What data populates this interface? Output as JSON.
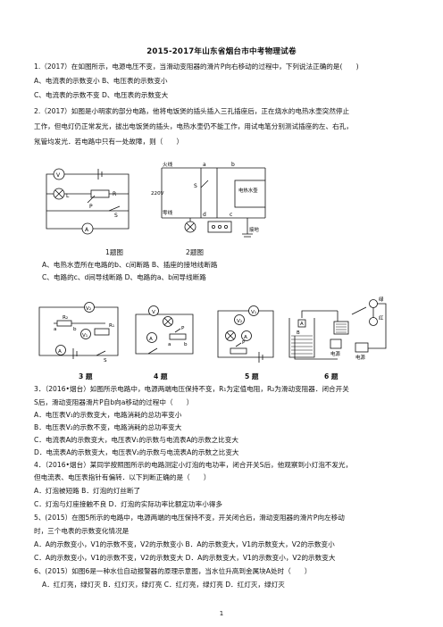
{
  "title": "2015-2017年山东省烟台市中考物理试卷",
  "lines": [
    "1.（2017）在如图所示，电源电压不变，当滑动变阻器的滑片P向右移动的过程中，下列说法正确的是(　　)",
    "A、电流表的示数变小  B、电压表的示数变小",
    "C、电流表的示数不变  D、电压表的示数变大",
    "2.（2017）如图是小明家的部分电路，他将电饭煲的插头插入三孔插座后，正在烧水的电热水壶突然停止",
    "工作，但电灯仍正常发光，拔出电饭煲的插头，电热水壶仍不能工作，用试电笔分别测试插座的左、右孔，",
    "氖管均发光．若电路中只有一处故障，则（　　）",
    "A、电热水壶所在电路的b、c间断路    B、插座的接地线断路",
    "C、电路的c、d间导线断路                D、电路的a、b间导线断路",
    "3．（2016•烟台）如图所示电路中，电源两端电压保持不变，R₁为定值电阻，R₂为滑动变阻器．闭合开关",
    "S后，滑动变阻器滑片P自b向a移动的过程中（　　）",
    "A．电压表V₁的示数变大，电路消耗的总功率变小",
    "B．电压表V₂的示数不变，电路消耗的总功率变大",
    "C．电流表A的示数变大，电压表V₁的示数与电流表A的示数之比变大",
    "D．电流表A的示数变大，电压表V₂的示数与电流表A的示数之比变大",
    "4．（2016•烟台）某同学按照图所示的电路测定小灯泡的电功率，闭合开关S后，他观察到小灯泡不发光，",
    "但电流表、电压表指针有偏转．以下判断正确的是（　　）",
    "A．灯泡被短路                        B．灯泡的灯丝断了",
    "C．灯泡与灯座接触不良          D．灯泡的实际功率比额定功率小得多",
    "5、(2015）在图5所示的电路中，电源两端的电压保持不变，开关闭合后，滑动变阻器的滑片P向左移动",
    "时，三个电表的示数变化情况是",
    "A．A的示数变小，V1的示数不变，V2的示数变小   B．A的示数变大，V1的示数变大，V2的示数变小",
    "C．A的示数变小，V1的示数不变，V2的示数变大   D．A的示数变大，V1的示数变小，V2的示数变大",
    "6、(2015）如图6是一种水位自动报警器的原理示意图，当水位升高到金属块A处时（　　）",
    "A．红灯亮，绿灯灭     B．红灯灭，绿灯亮      C．红灯亮，绿灯亮       D．红灯灭，绿灯灭"
  ],
  "captions": {
    "fig1": "1题图",
    "fig2": "2题图",
    "fig3": "3 题",
    "fig4": "4 题",
    "fig5": "5 题",
    "fig6": "6 题"
  },
  "fig1_labels": {
    "V": "V",
    "L": "L",
    "R": "R",
    "P": "P",
    "A": "A",
    "S": "S"
  },
  "fig2_labels": {
    "live": "火线",
    "neutral": "零线",
    "ground": "接地",
    "voltage": "220V",
    "a": "a",
    "b": "b",
    "c": "c",
    "d": "d",
    "S": "S",
    "kettle": "电热水壶"
  },
  "fig3_labels": {
    "V2": "V₂",
    "V1": "V₁",
    "R1": "R₁",
    "a": "a",
    "b": "b",
    "R2": "R₂",
    "A": "A",
    "S": "S"
  },
  "fig4_labels": {
    "V": "V",
    "A": "A",
    "a": "a",
    "b": "b",
    "P": "P"
  },
  "fig5_labels": {
    "V2": "V₂",
    "V1": "V₁",
    "A": "A",
    "P": "P"
  },
  "fig6_labels": {
    "power": "电源",
    "A": "A",
    "B": "B",
    "red": "红",
    "green": "绿"
  },
  "page_number": "1"
}
